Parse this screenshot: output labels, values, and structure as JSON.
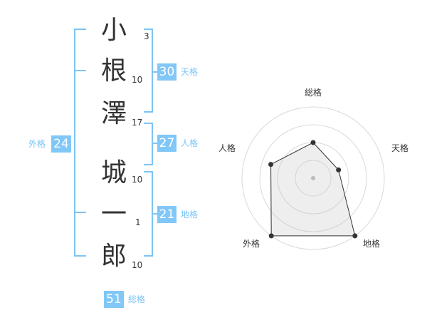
{
  "colors": {
    "accent": "#7cc4f5",
    "badge": "#81c7f8",
    "text": "#333333"
  },
  "name": [
    {
      "char": "小",
      "strokes": "3"
    },
    {
      "char": "根",
      "strokes": "10"
    },
    {
      "char": "澤",
      "strokes": "17"
    },
    {
      "char": "城",
      "strokes": "10"
    },
    {
      "char": "一",
      "strokes": "1"
    },
    {
      "char": "郎",
      "strokes": "10"
    }
  ],
  "fortunes": {
    "tenkaku": {
      "value": "30",
      "label": "天格"
    },
    "jinkaku": {
      "value": "27",
      "label": "人格"
    },
    "chikaku": {
      "value": "21",
      "label": "地格"
    },
    "gaikaku": {
      "value": "24",
      "label": "外格"
    },
    "soukaku": {
      "value": "51",
      "label": "総格"
    }
  },
  "radar": {
    "axes": [
      "総格",
      "天格",
      "地格",
      "外格",
      "人格"
    ],
    "levels": 4,
    "values": [
      0.5,
      0.375,
      1.0,
      1.0,
      0.625
    ]
  }
}
